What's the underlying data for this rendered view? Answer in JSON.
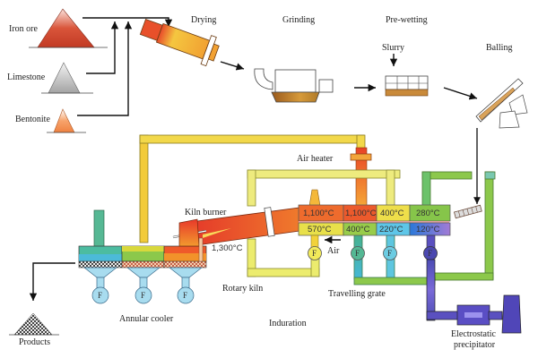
{
  "diagram": {
    "raw_materials": [
      {
        "label": "Iron ore",
        "color": "#c9412a"
      },
      {
        "label": "Limestone",
        "color": "#a8a8a8"
      },
      {
        "label": "Bentonite",
        "color": "#f08a4b"
      }
    ],
    "stages": {
      "drying": "Drying",
      "grinding": "Grinding",
      "prewetting": "Pre-wetting",
      "slurry": "Slurry",
      "balling": "Balling",
      "air_heater": "Air heater",
      "kiln_burner": "Kiln burner",
      "kiln_temp": "1,300°C",
      "rotary_kiln": "Rotary kiln",
      "air": "Air",
      "travelling_grate": "Travelling grate",
      "induration": "Induration",
      "annular_cooler": "Annular cooler",
      "products": "Products",
      "esp_line1": "Electrostatic",
      "esp_line2": "precipitator"
    },
    "grate_temps_top": [
      "1,100°C",
      "1,100°C",
      "400°C",
      "280°C"
    ],
    "grate_temps_bottom": [
      "570°C",
      "400°C",
      "220°C",
      "120°C"
    ],
    "fan_label": "F",
    "colors": {
      "hot_red": "#e8452b",
      "orange": "#f2892c",
      "yellow": "#f2d13c",
      "light_yellow": "#ecec7a",
      "green": "#8cc84b",
      "teal": "#48b49a",
      "cyan": "#5ec6e0",
      "blue_purple": "#4b48b0",
      "fan_cyan": "#a8dcef"
    }
  }
}
